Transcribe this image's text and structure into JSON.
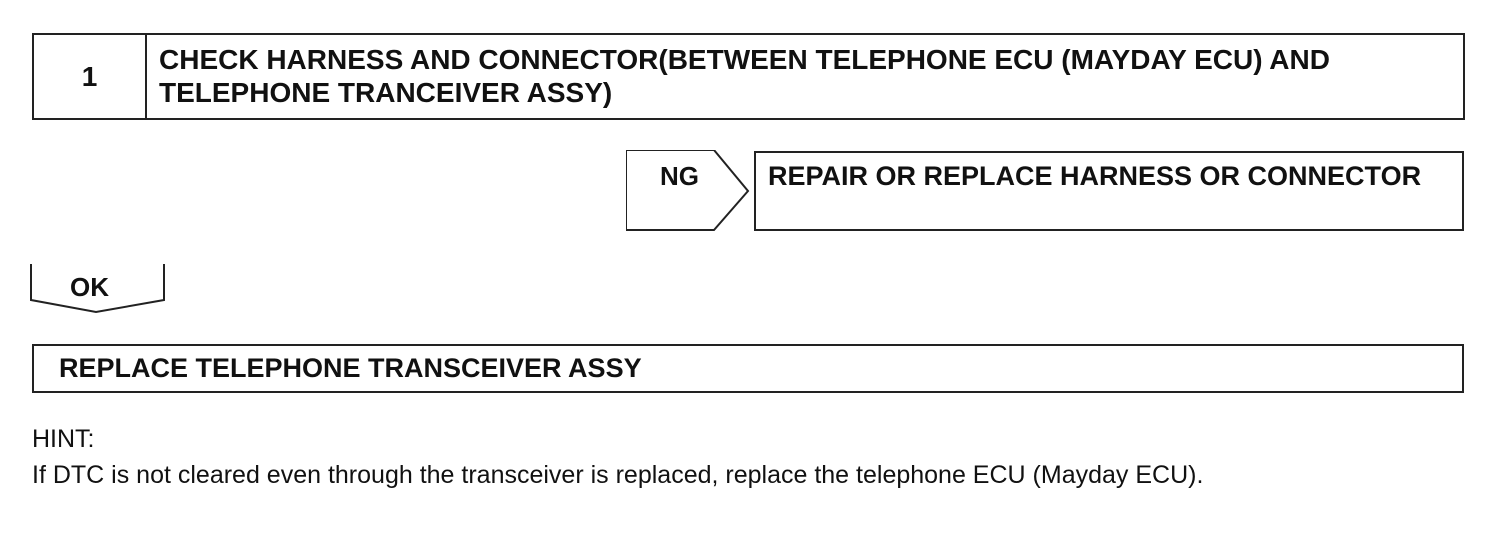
{
  "step1": {
    "number": "1",
    "title": "CHECK HARNESS AND CONNECTOR(BETWEEN TELEPHONE ECU (MAYDAY ECU) AND TELEPHONE TRANCEIVER ASSY)"
  },
  "ng_branch": {
    "label": "NG",
    "action": "REPAIR OR REPLACE HARNESS OR CONNECTOR"
  },
  "ok_branch": {
    "label": "OK"
  },
  "next_step": {
    "action": "REPLACE TELEPHONE TRANSCEIVER ASSY"
  },
  "hint": {
    "label": "HINT:",
    "text": "If DTC is not cleared even through the transceiver is replaced, replace the telephone ECU (Mayday ECU)."
  }
}
